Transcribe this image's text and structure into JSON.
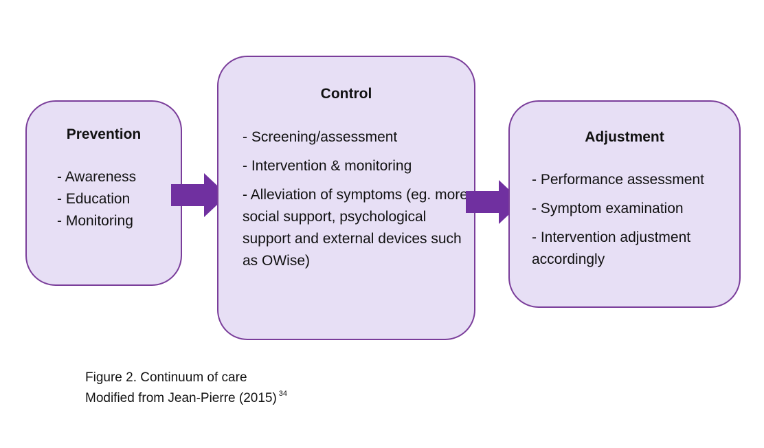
{
  "diagram": {
    "boxes": [
      {
        "title": "Prevention",
        "items": [
          "- Awareness",
          "- Education",
          "- Monitoring"
        ]
      },
      {
        "title": "Control",
        "items": [
          "- Screening/assessment",
          "- Intervention & monitoring",
          "- Alleviation of symptoms (eg. more social support, psychological support and external devices such as OWise)"
        ]
      },
      {
        "title": "Adjustment",
        "items": [
          "- Performance assessment",
          "- Symptom examination",
          "- Intervention adjustment accordingly"
        ]
      }
    ],
    "colors": {
      "box_fill": "#e7dff5",
      "box_border": "#7a3d9a",
      "arrow": "#7030a0"
    }
  },
  "caption": {
    "line1": "Figure 2. Continuum of care",
    "line2": "Modified from Jean-Pierre (2015)",
    "ref": "34"
  }
}
